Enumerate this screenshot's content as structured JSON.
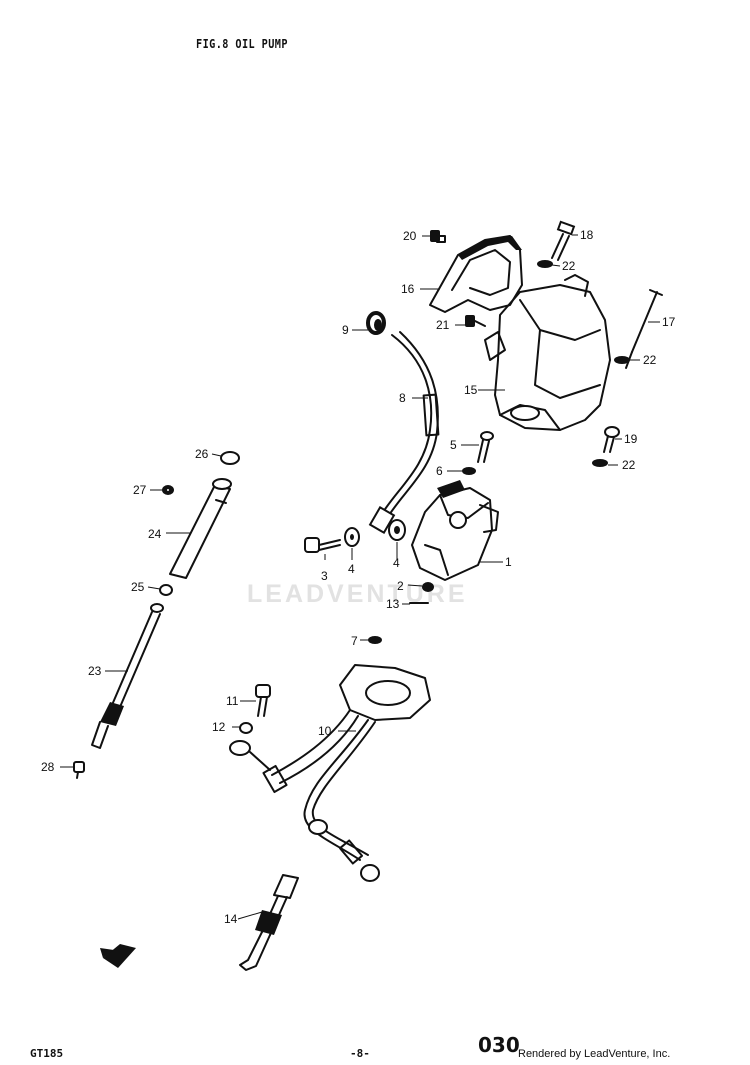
{
  "header": {
    "title": "FIG.8  OIL PUMP"
  },
  "watermark": {
    "text": "LEADVENTURE"
  },
  "footer": {
    "model": "GT185",
    "page_marker": "-8-",
    "page_number": "030",
    "credit": "Rendered by LeadVenture, Inc."
  },
  "callouts": [
    {
      "id": "c1",
      "label": "1"
    },
    {
      "id": "c2",
      "label": "2"
    },
    {
      "id": "c3",
      "label": "3"
    },
    {
      "id": "c4a",
      "label": "4"
    },
    {
      "id": "c4b",
      "label": "4"
    },
    {
      "id": "c5",
      "label": "5"
    },
    {
      "id": "c6",
      "label": "6"
    },
    {
      "id": "c7",
      "label": "7"
    },
    {
      "id": "c8",
      "label": "8"
    },
    {
      "id": "c9",
      "label": "9"
    },
    {
      "id": "c10",
      "label": "10"
    },
    {
      "id": "c11",
      "label": "11"
    },
    {
      "id": "c12",
      "label": "12"
    },
    {
      "id": "c13",
      "label": "13"
    },
    {
      "id": "c14",
      "label": "14"
    },
    {
      "id": "c15",
      "label": "15"
    },
    {
      "id": "c16",
      "label": "16"
    },
    {
      "id": "c17",
      "label": "17"
    },
    {
      "id": "c18",
      "label": "18"
    },
    {
      "id": "c19",
      "label": "19"
    },
    {
      "id": "c20",
      "label": "20"
    },
    {
      "id": "c21",
      "label": "21"
    },
    {
      "id": "c22a",
      "label": "22"
    },
    {
      "id": "c22b",
      "label": "22"
    },
    {
      "id": "c22c",
      "label": "22"
    },
    {
      "id": "c23",
      "label": "23"
    },
    {
      "id": "c24",
      "label": "24"
    },
    {
      "id": "c25",
      "label": "25"
    },
    {
      "id": "c26",
      "label": "26"
    },
    {
      "id": "c27",
      "label": "27"
    },
    {
      "id": "c28",
      "label": "28"
    }
  ]
}
